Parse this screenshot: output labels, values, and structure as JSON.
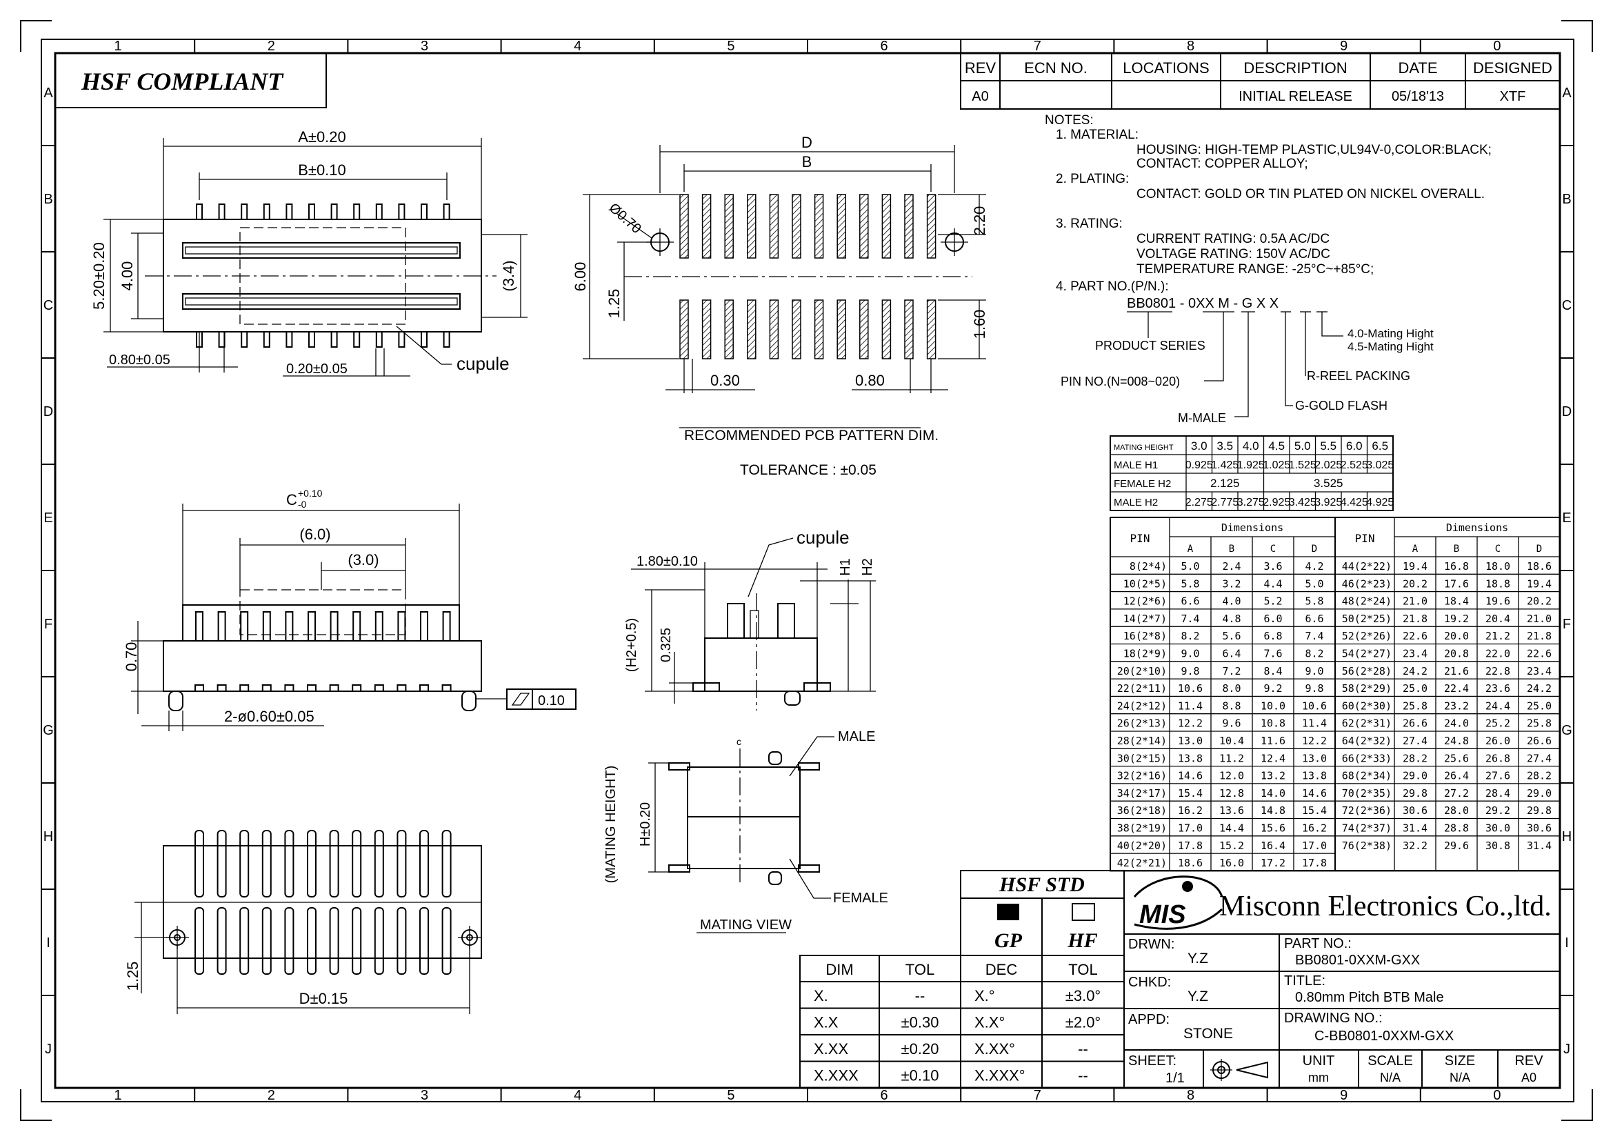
{
  "title_block_header": {
    "compliance": "HSF  COMPLIANT"
  },
  "grid": {
    "columns": [
      "1",
      "2",
      "3",
      "4",
      "5",
      "6",
      "7",
      "8",
      "9",
      "0"
    ],
    "rows": [
      "A",
      "B",
      "C",
      "D",
      "E",
      "F",
      "G",
      "H",
      "I",
      "J"
    ]
  },
  "revision_table": {
    "headers": [
      "REV",
      "ECN NO.",
      "LOCATIONS",
      "DESCRIPTION",
      "DATE",
      "DESIGNED"
    ],
    "row": [
      "A0",
      "",
      "",
      "INITIAL RELEASE",
      "05/18'13",
      "XTF"
    ]
  },
  "notes": {
    "heading": "NOTES:",
    "material": "1. MATERIAL:",
    "housing": "HOUSING: HIGH-TEMP PLASTIC,UL94V-0,COLOR:BLACK;",
    "contact_material": "CONTACT: COPPER ALLOY;",
    "plating": "2. PLATING:",
    "contact_plating": "CONTACT: GOLD OR TIN PLATED ON NICKEL OVERALL.",
    "rating": "3. RATING:",
    "current": "CURRENT RATING: 0.5A AC/DC",
    "voltage": "VOLTAGE RATING: 150V AC/DC",
    "temperature": "TEMPERATURE RANGE: -25°C~+85°C;",
    "part_no": "4. PART NO.(P/N.):",
    "pn_code": "BB0801 - 0XX M - G X X",
    "pn_series": "PRODUCT SERIES",
    "pn_pins": "PIN NO.(N=008~020)",
    "pn_male": "M-MALE",
    "pn_gold": "G-GOLD FLASH",
    "pn_reel": "R-REEL PACKING",
    "pn_h40": "4.0-Mating Hight",
    "pn_h45": "4.5-Mating Hight"
  },
  "mating_table": {
    "header_label": "MATING HEIGHT",
    "heights": [
      "3.0",
      "3.5",
      "4.0",
      "4.5",
      "5.0",
      "5.5",
      "6.0",
      "6.5"
    ],
    "male_h1_label": "MALE H1",
    "male_h1": [
      "0.925",
      "1.425",
      "1.925",
      "1.025",
      "1.525",
      "2.025",
      "2.525",
      "3.025"
    ],
    "female_h2_label": "FEMALE H2",
    "female_h2": [
      "2.125",
      "3.525"
    ],
    "male_h2_label": "MALE H2",
    "male_h2": [
      "2.275",
      "2.775",
      "3.275",
      "2.925",
      "3.425",
      "3.925",
      "4.425",
      "4.925"
    ]
  },
  "dim_table": {
    "pin_label": "PIN",
    "dimensions_label": "Dimensions",
    "cols": [
      "A",
      "B",
      "C",
      "D"
    ],
    "left": [
      [
        "8(2*4)",
        "5.0",
        "2.4",
        "3.6",
        "4.2"
      ],
      [
        "10(2*5)",
        "5.8",
        "3.2",
        "4.4",
        "5.0"
      ],
      [
        "12(2*6)",
        "6.6",
        "4.0",
        "5.2",
        "5.8"
      ],
      [
        "14(2*7)",
        "7.4",
        "4.8",
        "6.0",
        "6.6"
      ],
      [
        "16(2*8)",
        "8.2",
        "5.6",
        "6.8",
        "7.4"
      ],
      [
        "18(2*9)",
        "9.0",
        "6.4",
        "7.6",
        "8.2"
      ],
      [
        "20(2*10)",
        "9.8",
        "7.2",
        "8.4",
        "9.0"
      ],
      [
        "22(2*11)",
        "10.6",
        "8.0",
        "9.2",
        "9.8"
      ],
      [
        "24(2*12)",
        "11.4",
        "8.8",
        "10.0",
        "10.6"
      ],
      [
        "26(2*13)",
        "12.2",
        "9.6",
        "10.8",
        "11.4"
      ],
      [
        "28(2*14)",
        "13.0",
        "10.4",
        "11.6",
        "12.2"
      ],
      [
        "30(2*15)",
        "13.8",
        "11.2",
        "12.4",
        "13.0"
      ],
      [
        "32(2*16)",
        "14.6",
        "12.0",
        "13.2",
        "13.8"
      ],
      [
        "34(2*17)",
        "15.4",
        "12.8",
        "14.0",
        "14.6"
      ],
      [
        "36(2*18)",
        "16.2",
        "13.6",
        "14.8",
        "15.4"
      ],
      [
        "38(2*19)",
        "17.0",
        "14.4",
        "15.6",
        "16.2"
      ],
      [
        "40(2*20)",
        "17.8",
        "15.2",
        "16.4",
        "17.0"
      ],
      [
        "42(2*21)",
        "18.6",
        "16.0",
        "17.2",
        "17.8"
      ]
    ],
    "right": [
      [
        "44(2*22)",
        "19.4",
        "16.8",
        "18.0",
        "18.6"
      ],
      [
        "46(2*23)",
        "20.2",
        "17.6",
        "18.8",
        "19.4"
      ],
      [
        "48(2*24)",
        "21.0",
        "18.4",
        "19.6",
        "20.2"
      ],
      [
        "50(2*25)",
        "21.8",
        "19.2",
        "20.4",
        "21.0"
      ],
      [
        "52(2*26)",
        "22.6",
        "20.0",
        "21.2",
        "21.8"
      ],
      [
        "54(2*27)",
        "23.4",
        "20.8",
        "22.0",
        "22.6"
      ],
      [
        "56(2*28)",
        "24.2",
        "21.6",
        "22.8",
        "23.4"
      ],
      [
        "58(2*29)",
        "25.0",
        "22.4",
        "23.6",
        "24.2"
      ],
      [
        "60(2*30)",
        "25.8",
        "23.2",
        "24.4",
        "25.0"
      ],
      [
        "62(2*31)",
        "26.6",
        "24.0",
        "25.2",
        "25.8"
      ],
      [
        "64(2*32)",
        "27.4",
        "24.8",
        "26.0",
        "26.6"
      ],
      [
        "66(2*33)",
        "28.2",
        "25.6",
        "26.8",
        "27.4"
      ],
      [
        "68(2*34)",
        "29.0",
        "26.4",
        "27.6",
        "28.2"
      ],
      [
        "70(2*35)",
        "29.8",
        "27.2",
        "28.4",
        "29.0"
      ],
      [
        "72(2*36)",
        "30.6",
        "28.0",
        "29.2",
        "29.8"
      ],
      [
        "74(2*37)",
        "31.4",
        "28.8",
        "30.0",
        "30.6"
      ],
      [
        "76(2*38)",
        "32.2",
        "29.6",
        "30.8",
        "31.4"
      ]
    ]
  },
  "labels": {
    "a_dim": "A±0.20",
    "b_dim": "B±0.10",
    "h520": "5.20±0.20",
    "h400": "4.00",
    "h34": "(3.4)",
    "p080": "0.80±0.05",
    "p020": "0.20±0.05",
    "cupule": "cupule",
    "pcb_d": "D",
    "pcb_b": "B",
    "pcb_phi": "Ø0.70",
    "pcb_600": "6.00",
    "pcb_125": "1.25",
    "pcb_220": "2.20",
    "pcb_160": "1.60",
    "pcb_030": "0.30",
    "pcb_080": "0.80",
    "pcb_title": "RECOMMENDED PCB PATTERN DIM.",
    "tolerance": "TOLERANCE : ±0.05",
    "c_dim": "C",
    "c_tol_up": "+0.10",
    "c_tol_dn": "-0",
    "s60": "(6.0)",
    "s30": "(3.0)",
    "s070": "0.70",
    "s2phi": "2-ø0.60±0.05",
    "flat": "0.10",
    "side_180": "1.80±0.10",
    "side_cupule": "cupule",
    "side_h1": "H1",
    "side_h2": "H2",
    "side_h205": "(H2+0.5)",
    "side_0325": "0.325",
    "mating_male": "MALE",
    "mating_female": "FEMALE",
    "mating_height": "(MATING HEIGHT)",
    "mating_h020": "H±0.20",
    "mating_title": "MATING VIEW",
    "mating_cl": "c",
    "bot_d": "D±0.15",
    "bot_125": "1.25"
  },
  "tol_table": {
    "h": [
      "DIM",
      "TOL"
    ],
    "rows": [
      [
        "X.",
        "--"
      ],
      [
        "X.X",
        "±0.30"
      ],
      [
        "X.XX",
        "±0.20"
      ],
      [
        "X.XXX",
        "±0.10"
      ]
    ]
  },
  "hsf_std": {
    "title": "HSF  STD",
    "gp": "GP",
    "hf": "HF",
    "h": [
      "DEC",
      "TOL"
    ],
    "rows": [
      [
        "X.°",
        "±3.0°"
      ],
      [
        "X.X°",
        "±2.0°"
      ],
      [
        "X.XX°",
        "--"
      ],
      [
        "X.XXX°",
        "--"
      ]
    ]
  },
  "company": {
    "logo": "MIS",
    "name": "Misconn Electronics Co.,ltd."
  },
  "title_block": {
    "drwn_label": "DRWN:",
    "drwn": "Y.Z",
    "chkd_label": "CHKD:",
    "chkd": "Y.Z",
    "appd_label": "APPD:",
    "appd": "STONE",
    "part_label": "PART NO.:",
    "part": "BB0801-0XXM-GXX",
    "title_label": "TITLE:",
    "title": "0.80mm Pitch BTB Male",
    "drawing_label": "DRAWING NO.:",
    "drawing": "C-BB0801-0XXM-GXX",
    "sheet_label": "SHEET:",
    "sheet": "1/1",
    "unit_label": "UNIT",
    "unit": "mm",
    "scale_label": "SCALE",
    "scale": "N/A",
    "size_label": "SIZE",
    "size": "N/A",
    "rev_label": "REV",
    "rev": "A0"
  }
}
